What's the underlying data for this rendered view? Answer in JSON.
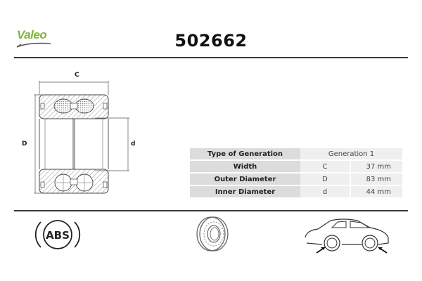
{
  "header": {
    "brand": "Valeo",
    "part_number": "502662",
    "brand_color": "#82b43c"
  },
  "drawing": {
    "labels": {
      "width": "C",
      "outer_diameter": "D",
      "inner_diameter": "d"
    }
  },
  "specs": {
    "rows": [
      {
        "label": "Type of Generation",
        "value": "Generation 1"
      },
      {
        "label": "Width",
        "symbol": "C",
        "value": "37 mm"
      },
      {
        "label": "Outer Diameter",
        "symbol": "D",
        "value": "83 mm"
      },
      {
        "label": "Inner Diameter",
        "symbol": "d",
        "value": "44 mm"
      }
    ]
  },
  "icons": {
    "abs_text": "ABS",
    "items": [
      "abs-icon",
      "bearing-icon",
      "car-wheel-position-icon"
    ]
  }
}
